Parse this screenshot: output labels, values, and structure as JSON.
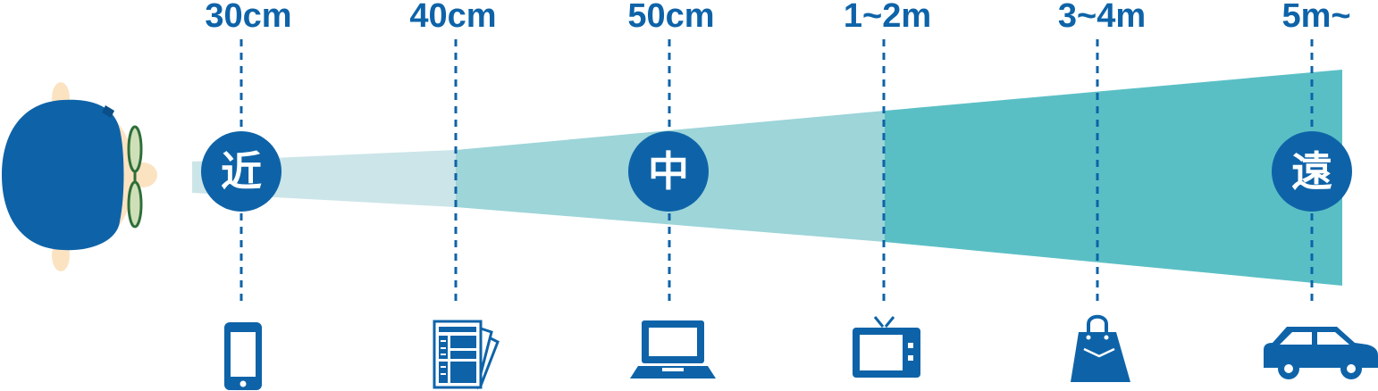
{
  "colors": {
    "blue": "#0e63a8",
    "near_band": "#cce5e8",
    "mid_band": "#9dd5d9",
    "far_band": "#5abfc5",
    "skin": "#fbe3c2",
    "glasses": "#2f6e3a"
  },
  "distances": [
    {
      "label": "30cm",
      "icon": "smartphone-icon"
    },
    {
      "label": "40cm",
      "icon": "newspaper-icon"
    },
    {
      "label": "50cm",
      "icon": "laptop-icon"
    },
    {
      "label": "1~2m",
      "icon": "television-icon"
    },
    {
      "label": "3~4m",
      "icon": "shopping-bag-icon"
    },
    {
      "label": "5m~",
      "icon": "car-icon"
    }
  ],
  "badges": {
    "near": "近",
    "middle": "中",
    "far": "遠"
  }
}
